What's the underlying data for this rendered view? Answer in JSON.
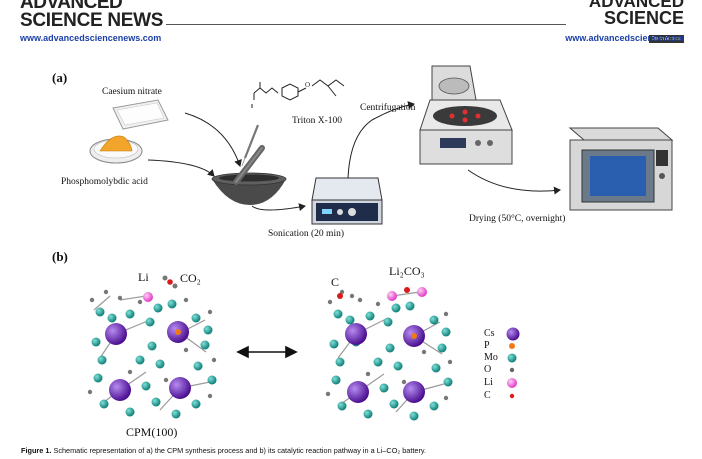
{
  "header": {
    "left_line1": "ADVANCED",
    "left_line2": "SCIENCE NEWS",
    "right_line1": "ADVANCED",
    "right_line2": "SCIENCE",
    "right_badge": "Open Access",
    "url_left": "www.advancedsciencenews.com",
    "url_right": "www.advancedscience.com"
  },
  "panel_a": {
    "label": "(a)",
    "caesium_nitrate": "Caesium nitrate",
    "phosphomolybdic_acid": "Phosphomolybdic acid",
    "triton": "Triton X-100",
    "centrifugation": "Centrifugation",
    "sonication": "Sonication (20 min)",
    "drying": "Drying (50°C, overnight)"
  },
  "panel_b": {
    "label": "(b)",
    "li": "Li",
    "co2": "CO₂",
    "c": "C",
    "li2co3": "Li₂CO₃",
    "structure_name": "CPM(100)",
    "legend": [
      {
        "symbol": "Cs",
        "color": "#6a1fb5"
      },
      {
        "symbol": "P",
        "color": "#f07a1a"
      },
      {
        "symbol": "Mo",
        "color": "#1aa39a"
      },
      {
        "symbol": "O",
        "color": "#555555"
      },
      {
        "symbol": "Li",
        "color": "#f26ce0"
      },
      {
        "symbol": "C",
        "color": "#d91b1b"
      }
    ]
  },
  "caption": {
    "fig_label": "Figure 1.",
    "text": "Schematic representation of a) the CPM synthesis process and b) its catalytic reaction pathway in a Li–CO₂ battery."
  }
}
